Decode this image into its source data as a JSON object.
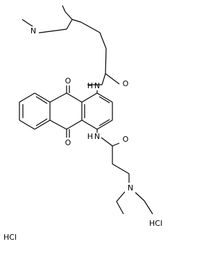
{
  "structure": {
    "atom_labels": {
      "n_top_amine": "N",
      "o_top_amide": "O",
      "nh_top_amide": "N",
      "h_top_amide": "H",
      "o_quinone_top": "O",
      "o_quinone_bottom": "O",
      "nh_bottom_amide": "N",
      "h_bottom_amide": "H",
      "o_bottom_amide": "O",
      "n_bottom_amine": "N"
    },
    "counterions": {
      "left": "HCl",
      "right": "HCl"
    }
  },
  "colors": {
    "bond": "#000000",
    "text": "#000000",
    "background": "#ffffff"
  }
}
